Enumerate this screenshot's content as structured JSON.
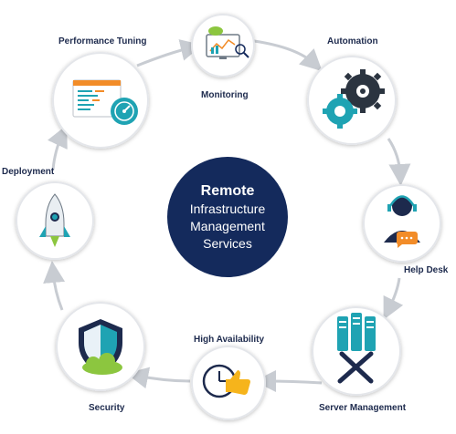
{
  "hub": {
    "title": "Remote",
    "line1": "Infrastructure",
    "line2": "Management",
    "line3": "Services"
  },
  "nodes": {
    "monitoring": "Monitoring",
    "automation": "Automation",
    "help_desk": "Help Desk",
    "server_management": "Server Management",
    "high_availability": "High Availability",
    "security": "Security",
    "deployment": "Deployment",
    "performance_tuning": "Performance Tuning"
  },
  "colors": {
    "hub": "#142a5c",
    "label": "#1d2a4d",
    "arrow": "#c8ccd2",
    "accent_teal": "#1fa3b3",
    "accent_green": "#8cc63f",
    "accent_orange": "#f28c28",
    "accent_yellow": "#f6b41b"
  },
  "icons": {
    "monitoring": "dashboard-monitor-icon",
    "automation": "gears-icon",
    "help_desk": "support-agent-icon",
    "server_management": "server-tools-icon",
    "high_availability": "clock-24-thumbs-up-icon",
    "security": "shield-cloud-icon",
    "deployment": "rocket-icon",
    "performance_tuning": "code-speedometer-icon"
  }
}
